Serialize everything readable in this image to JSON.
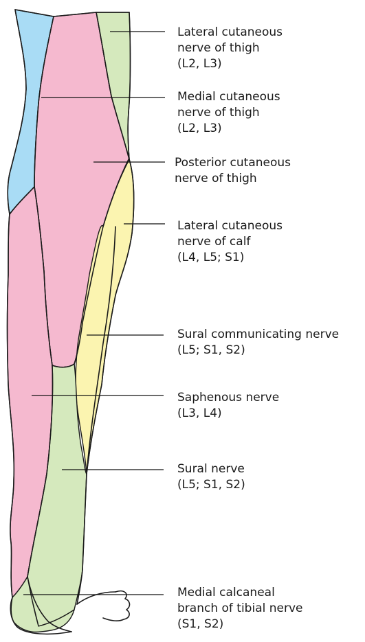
{
  "colors": {
    "blue": "#a9dcf5",
    "pink": "#f5b9cf",
    "green": "#d5e9bd",
    "yellow": "#fbf4b0"
  },
  "regions": [
    {
      "key": "medial_cutaneous_thigh",
      "color": "blue"
    },
    {
      "key": "posterior_cutaneous_thigh",
      "color": "pink"
    },
    {
      "key": "lateral_cutaneous_thigh",
      "color": "green"
    },
    {
      "key": "saphenous",
      "color": "pink"
    },
    {
      "key": "lateral_cutaneous_calf",
      "color": "yellow"
    },
    {
      "key": "sural",
      "color": "green"
    },
    {
      "key": "medial_calcaneal",
      "color": "green"
    }
  ],
  "labels": [
    {
      "key": "lateral_cutaneous_thigh",
      "lines": [
        "Lateral cutaneous",
        "nerve of thigh",
        "(L2, L3)"
      ]
    },
    {
      "key": "medial_cutaneous_thigh",
      "lines": [
        "Medial cutaneous",
        "nerve of thigh",
        "(L2, L3)"
      ]
    },
    {
      "key": "posterior_cutaneous_thigh",
      "lines": [
        "Posterior cutaneous",
        "nerve of thigh"
      ]
    },
    {
      "key": "lateral_cutaneous_calf",
      "lines": [
        "Lateral cutaneous",
        "nerve of calf",
        "(L4, L5; S1)"
      ]
    },
    {
      "key": "sural_communicating",
      "lines": [
        "Sural communicating nerve",
        "(L5; S1, S2)"
      ]
    },
    {
      "key": "saphenous",
      "lines": [
        "Saphenous nerve",
        "(L3, L4)"
      ]
    },
    {
      "key": "sural",
      "lines": [
        "Sural nerve",
        "(L5; S1, S2)"
      ]
    },
    {
      "key": "medial_calcaneal",
      "lines": [
        "Medial calcaneal",
        "branch of tibial nerve",
        "(S1, S2)"
      ]
    }
  ]
}
